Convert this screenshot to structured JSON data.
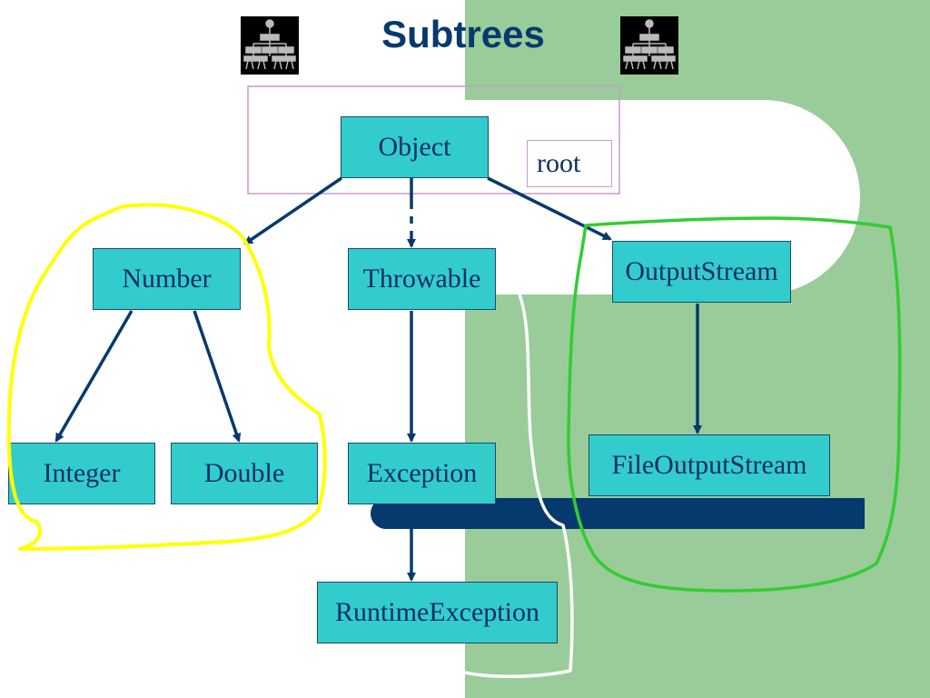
{
  "slide": {
    "title": "Subtrees",
    "root_label": "root",
    "icons": [
      "tree-hierarchy-icon",
      "tree-hierarchy-icon"
    ]
  },
  "nodes": {
    "object": "Object",
    "number": "Number",
    "throwable": "Throwable",
    "outputstream": "OutputStream",
    "integer": "Integer",
    "double": "Double",
    "exception": "Exception",
    "fileoutputstream": "FileOutputStream",
    "runtimeexception": "RuntimeException"
  },
  "colors": {
    "node_fill": "#33cccc",
    "node_text": "#0d2f66",
    "arrow": "#063a6e",
    "background_green": "#99cc99",
    "highlight_yellow": "#ffff00",
    "highlight_green": "#33cc33",
    "highlight_white": "#ffffff",
    "root_box": "#cc99cc"
  }
}
